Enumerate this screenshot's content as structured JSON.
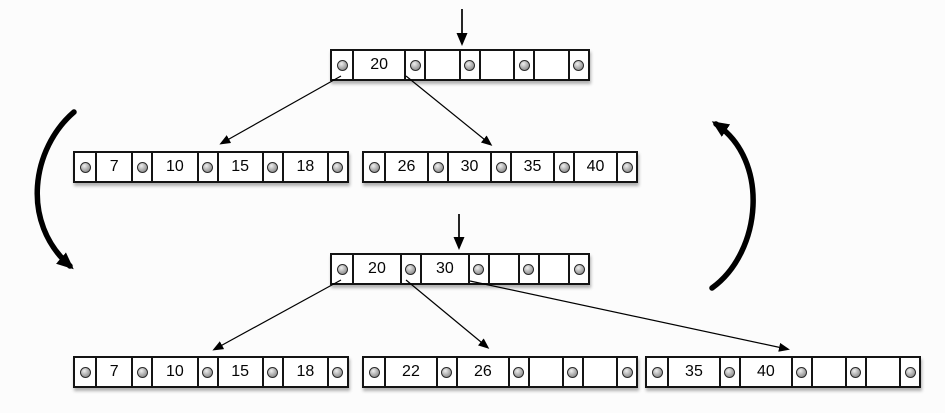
{
  "diagram_type": "b-tree-insert-split",
  "colors": {
    "background": "#fcfcfc",
    "node_fill": "#ffffff",
    "node_border": "#141414",
    "arrow": "#000000",
    "pointer_dot": "#9a9a9a"
  },
  "trees": {
    "before": {
      "root": {
        "keys": [
          "20",
          "",
          "",
          ""
        ]
      },
      "leaf1": {
        "keys": [
          "7",
          "10",
          "15",
          "18"
        ]
      },
      "leaf2": {
        "keys": [
          "26",
          "30",
          "35",
          "40"
        ]
      }
    },
    "after": {
      "root": {
        "keys": [
          "20",
          "30",
          "",
          ""
        ]
      },
      "leaf1": {
        "keys": [
          "7",
          "10",
          "15",
          "18"
        ]
      },
      "leaf2": {
        "keys": [
          "22",
          "26",
          "",
          ""
        ]
      },
      "leaf3": {
        "keys": [
          "35",
          "40",
          "",
          ""
        ]
      }
    }
  },
  "arrows": {
    "insert_before": {
      "type": "straight-down",
      "target": "before-root"
    },
    "insert_after": {
      "type": "straight-down",
      "target": "after-root"
    },
    "before_root_to_leaf1": {
      "type": "pointer-line"
    },
    "before_root_to_leaf2": {
      "type": "pointer-line"
    },
    "after_root_to_leaf1": {
      "type": "pointer-line"
    },
    "after_root_to_leaf2": {
      "type": "pointer-line"
    },
    "after_root_to_leaf3": {
      "type": "pointer-line"
    },
    "left_transition": {
      "type": "thick-curve-down"
    },
    "right_transition": {
      "type": "thick-curve-up"
    }
  }
}
